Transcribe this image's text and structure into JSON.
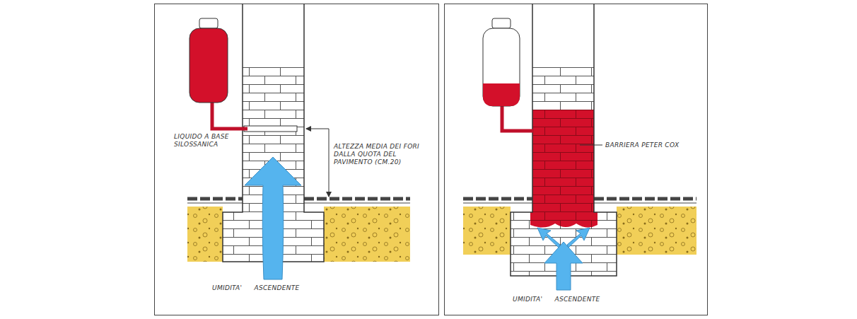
{
  "diagram": {
    "labels": [
      "LIQUIDO A BASE SILOSSANICA",
      "ALTEZZA MEDIA DEI FORI DALLA QUOTA DEL PAVIMENTO (CM.20)",
      "UMIDITA' ASCENDENTE",
      "BARRIERA PETER COX",
      "UMIDITA' ASCENDENTE"
    ]
  }
}
